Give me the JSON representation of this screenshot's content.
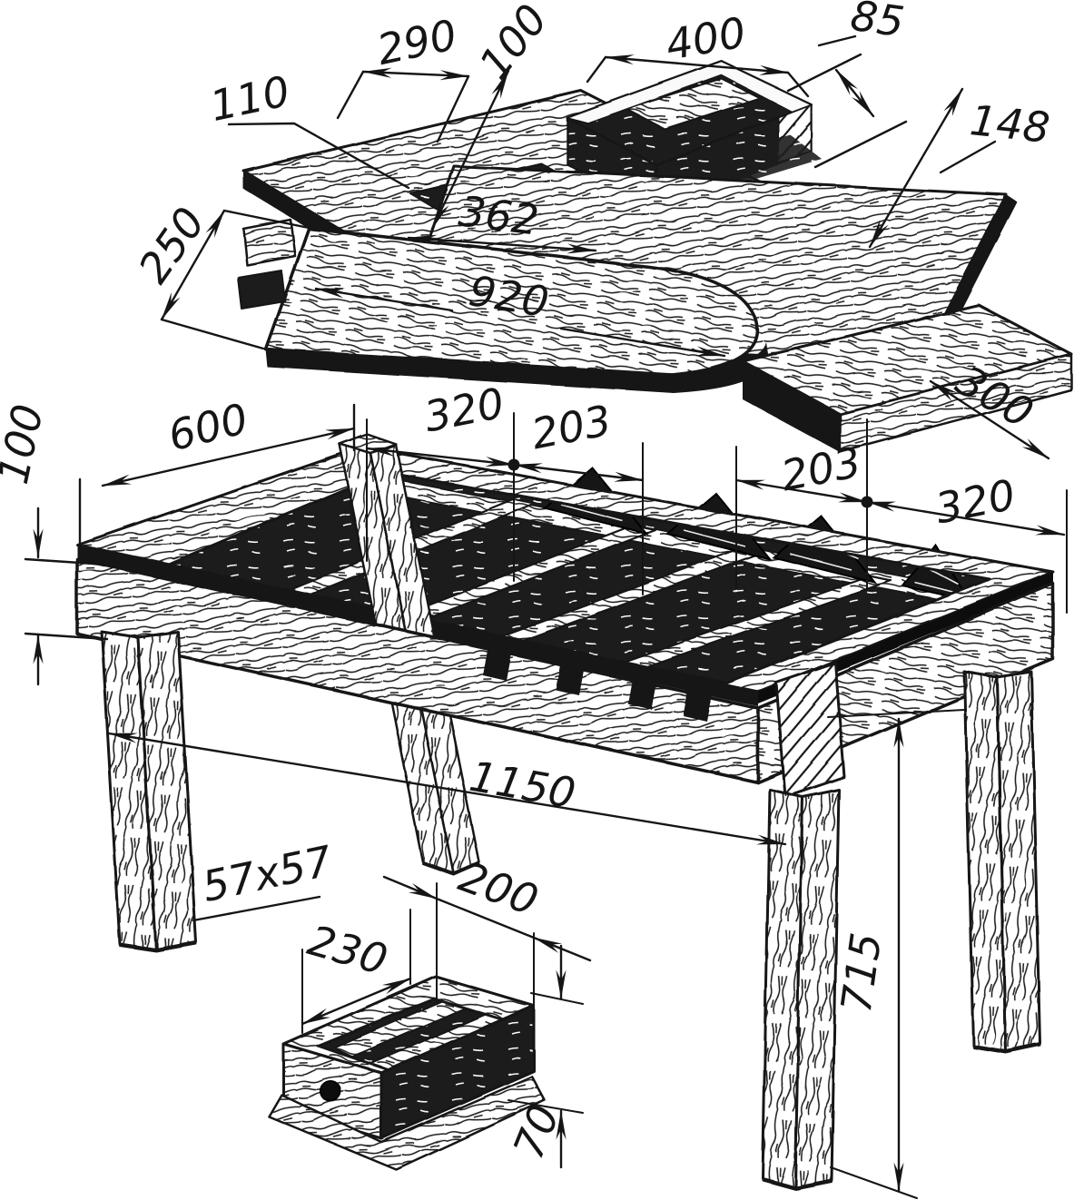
{
  "drawing": {
    "subject": "exploded plan of a wooden table with drawer",
    "ink": "#151515",
    "paper": "#ffffff",
    "dims": {
      "slot_offset": "110",
      "slot_length": "290",
      "slot_width": "100",
      "tray_length": "400",
      "tray_height": "85",
      "panel_edge": "148",
      "cutout_span": "362",
      "board_width": "250",
      "board_length": "920",
      "plank_width": "300",
      "bay_left": "320",
      "spacing_left": "203",
      "end_width": "600",
      "apron_height": "100",
      "spacing_right": "203",
      "bay_right": "320",
      "frame_length": "1150",
      "leg_section": "57x57",
      "drawer_front": "200",
      "drawer_side": "230",
      "drawer_height": "70",
      "leg_height": "715"
    }
  }
}
